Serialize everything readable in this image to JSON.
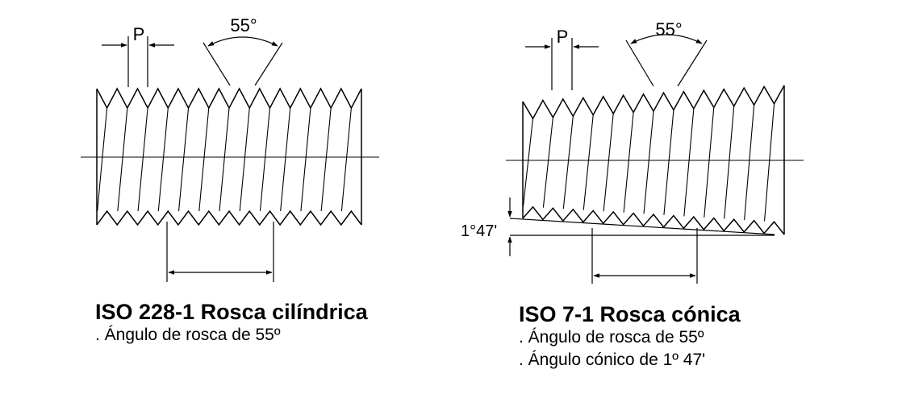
{
  "left": {
    "pitch_label": "P",
    "angle_label": "55°",
    "title": "ISO 228-1 Rosca cilíndrica",
    "notes": [
      ". Ángulo de rosca de 55º"
    ]
  },
  "right": {
    "pitch_label": "P",
    "angle_label": "55°",
    "taper_label": "1°47'",
    "title": "ISO 7-1 Rosca cónica",
    "notes": [
      ". Ángulo de rosca de 55º",
      ". Ángulo cónico de 1º 47'"
    ]
  },
  "colors": {
    "line": "#000000",
    "background": "#ffffff"
  }
}
